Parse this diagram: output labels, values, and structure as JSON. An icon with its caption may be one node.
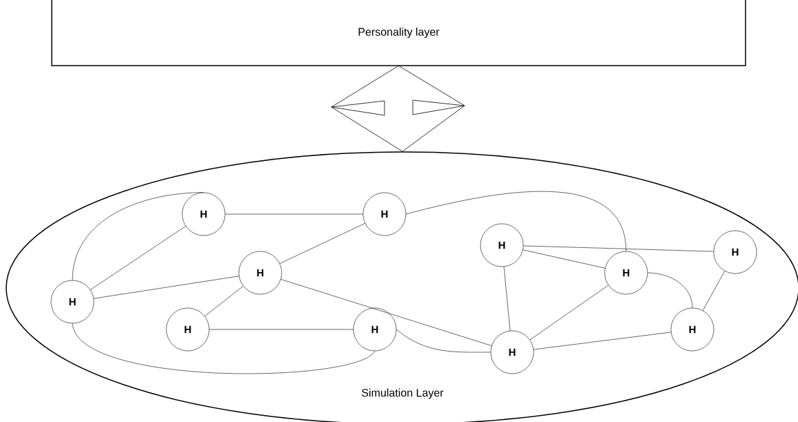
{
  "diagram": {
    "nodes": [
      {
        "text": [
          "Personality layer"
        ]
      },
      {
        "text": [
          "Simulation Layer"
        ]
      },
      {
        "text": [
          "H"
        ],
        "in": 1
      },
      {
        "text": [
          "H"
        ],
        "in": 1
      },
      {
        "text": [
          "H"
        ],
        "in": 1
      },
      {
        "text": [
          "H"
        ],
        "in": 1
      },
      {
        "text": [
          "H"
        ],
        "in": 1
      },
      {
        "text": [
          "H"
        ],
        "in": 1
      },
      {
        "text": [
          "H"
        ],
        "in": 1
      },
      {
        "text": [
          "H"
        ],
        "in": 1
      },
      {
        "text": [
          "H"
        ],
        "in": 1
      },
      {
        "text": [
          "H"
        ],
        "in": 1
      },
      {
        "text": [
          "H"
        ],
        "in": 1
      }
    ],
    "edges": [
      {
        "from": 0,
        "to": 1,
        "arrow": "none"
      },
      {
        "from": 2,
        "to": 3,
        "arrow": "none"
      },
      {
        "from": 8,
        "to": 2,
        "arrow": "none"
      },
      {
        "from": 8,
        "to": 2,
        "arrow": "none"
      },
      {
        "from": 8,
        "to": 6,
        "arrow": "none"
      },
      {
        "from": 6,
        "to": 3,
        "arrow": "none"
      },
      {
        "from": 6,
        "to": 9,
        "arrow": "none"
      },
      {
        "from": 9,
        "to": 10,
        "arrow": "none"
      },
      {
        "from": 8,
        "to": 10,
        "arrow": "none"
      },
      {
        "from": 6,
        "to": 12,
        "arrow": "none"
      },
      {
        "from": 10,
        "to": 12,
        "arrow": "none"
      },
      {
        "from": 3,
        "to": 7,
        "arrow": "none"
      },
      {
        "from": 4,
        "to": 5,
        "arrow": "none"
      },
      {
        "from": 4,
        "to": 7,
        "arrow": "none"
      },
      {
        "from": 4,
        "to": 12,
        "arrow": "none"
      },
      {
        "from": 12,
        "to": 7,
        "arrow": "none"
      },
      {
        "from": 7,
        "to": 11,
        "arrow": "none"
      },
      {
        "from": 5,
        "to": 11,
        "arrow": "none"
      },
      {
        "from": 12,
        "to": 11,
        "arrow": "none"
      }
    ]
  }
}
